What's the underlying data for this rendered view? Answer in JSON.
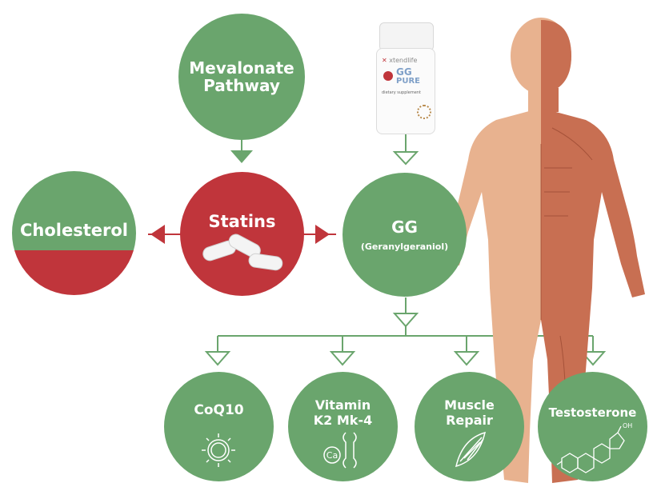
{
  "nodes": {
    "mevalonate": {
      "line1": "Mevalonate",
      "line2": "Pathway"
    },
    "cholesterol": {
      "label": "Cholesterol"
    },
    "statins": {
      "label": "Statins"
    },
    "gg": {
      "label": "GG",
      "sub": "(Geranylgeraniol)"
    },
    "coq10": {
      "label": "CoQ10"
    },
    "vitamin_k2": {
      "line1": "Vitamin",
      "line2": "K2 Mk-4",
      "icon_text": "Ca"
    },
    "muscle": {
      "line1": "Muscle",
      "line2": "Repair"
    },
    "testosterone": {
      "label": "Testosterone",
      "oh_text": "OH"
    }
  },
  "product": {
    "brand": "xtendlife",
    "name_line1": "GG",
    "name_line2": "PURE",
    "subtitle": "dietary supplement"
  },
  "colors": {
    "green": "#6aa56d",
    "red": "#c0353b",
    "skin": "#e8b28f",
    "muscle": "#c86f52"
  },
  "icons": [
    "sun-icon",
    "bone-icon",
    "muscle-icon",
    "steroid-molecule-icon",
    "capsule-icon",
    "anatomy-figure"
  ]
}
